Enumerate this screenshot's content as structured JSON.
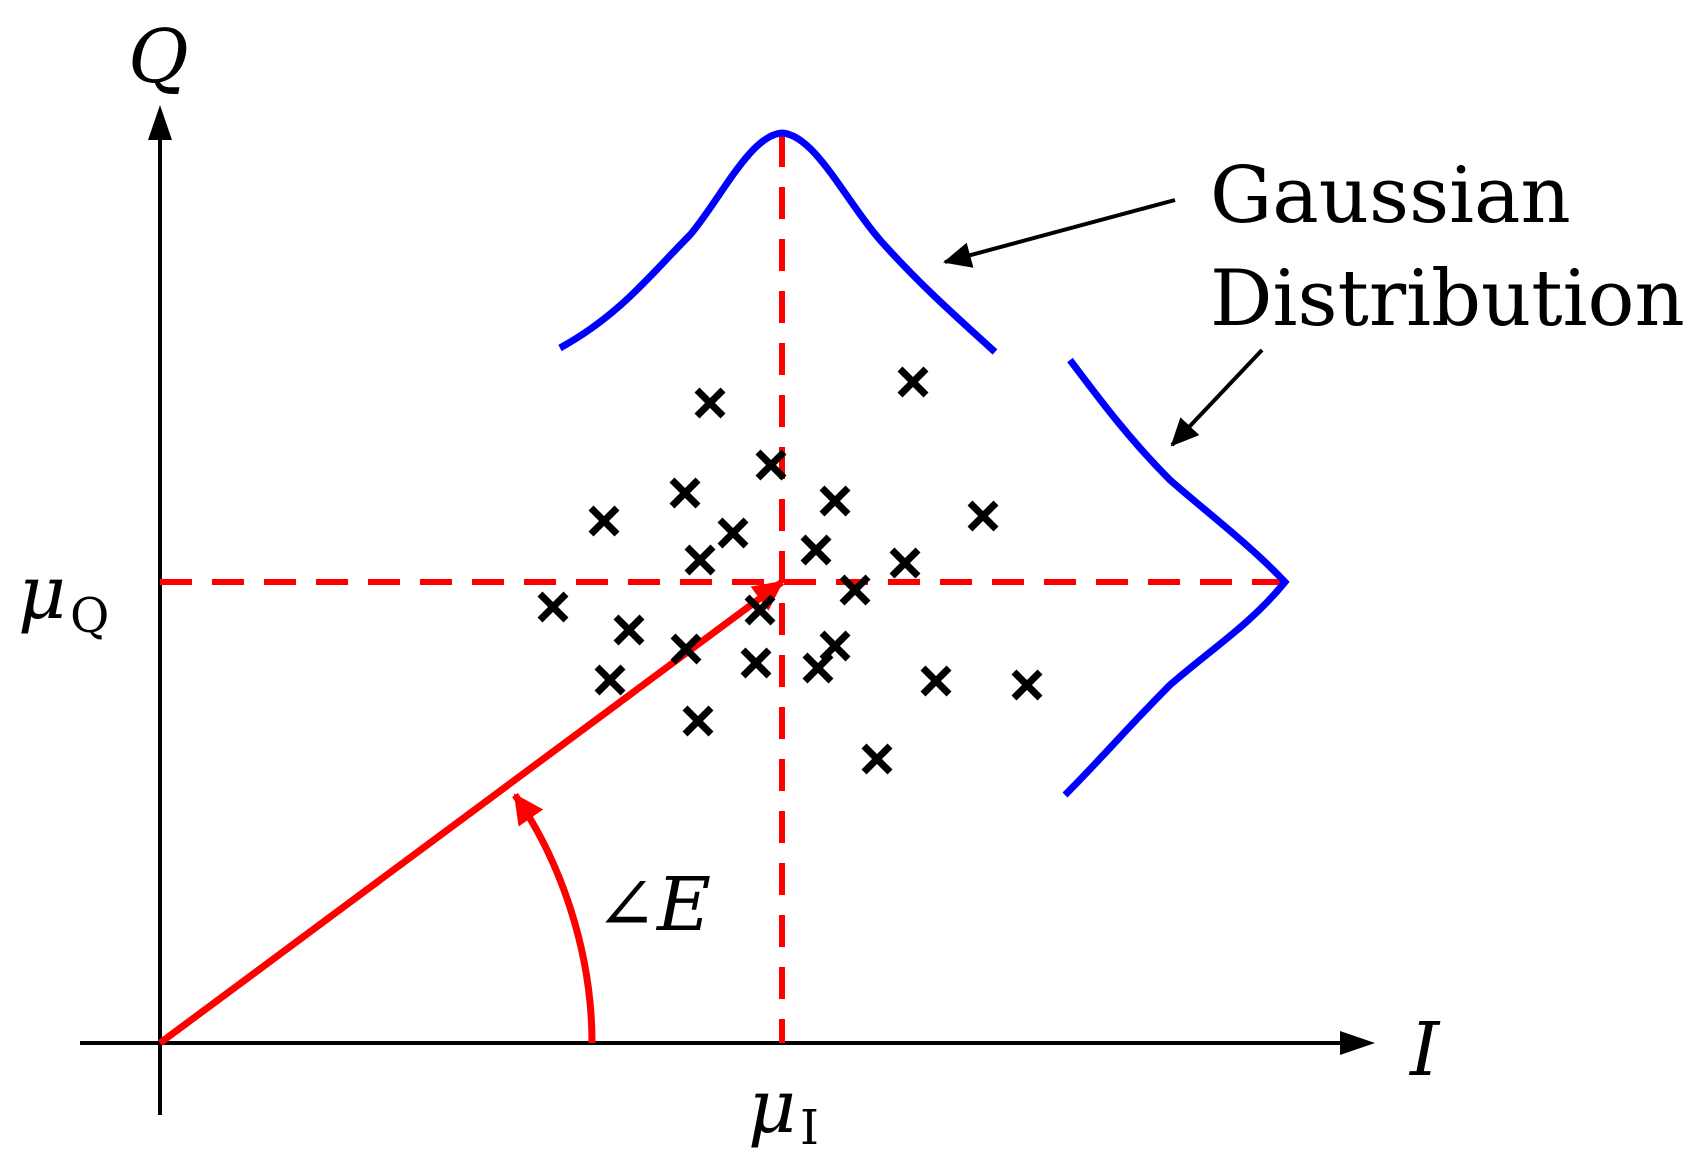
{
  "axes": {
    "x_label": "I",
    "y_label": "Q",
    "axis_color": "#000000"
  },
  "mean": {
    "mu_symbol": "μ",
    "x_subscript": "I",
    "y_subscript": "Q",
    "guide_color": "#ff0000",
    "guide_style": "dashed"
  },
  "vector": {
    "color": "#ff0000",
    "angle_label": "∠E"
  },
  "distribution": {
    "color": "#0000ff",
    "label_line1": "Gaussian",
    "label_line2": "Distribution"
  },
  "samples": {
    "marker": "×",
    "color": "#000000",
    "count": 24
  }
}
